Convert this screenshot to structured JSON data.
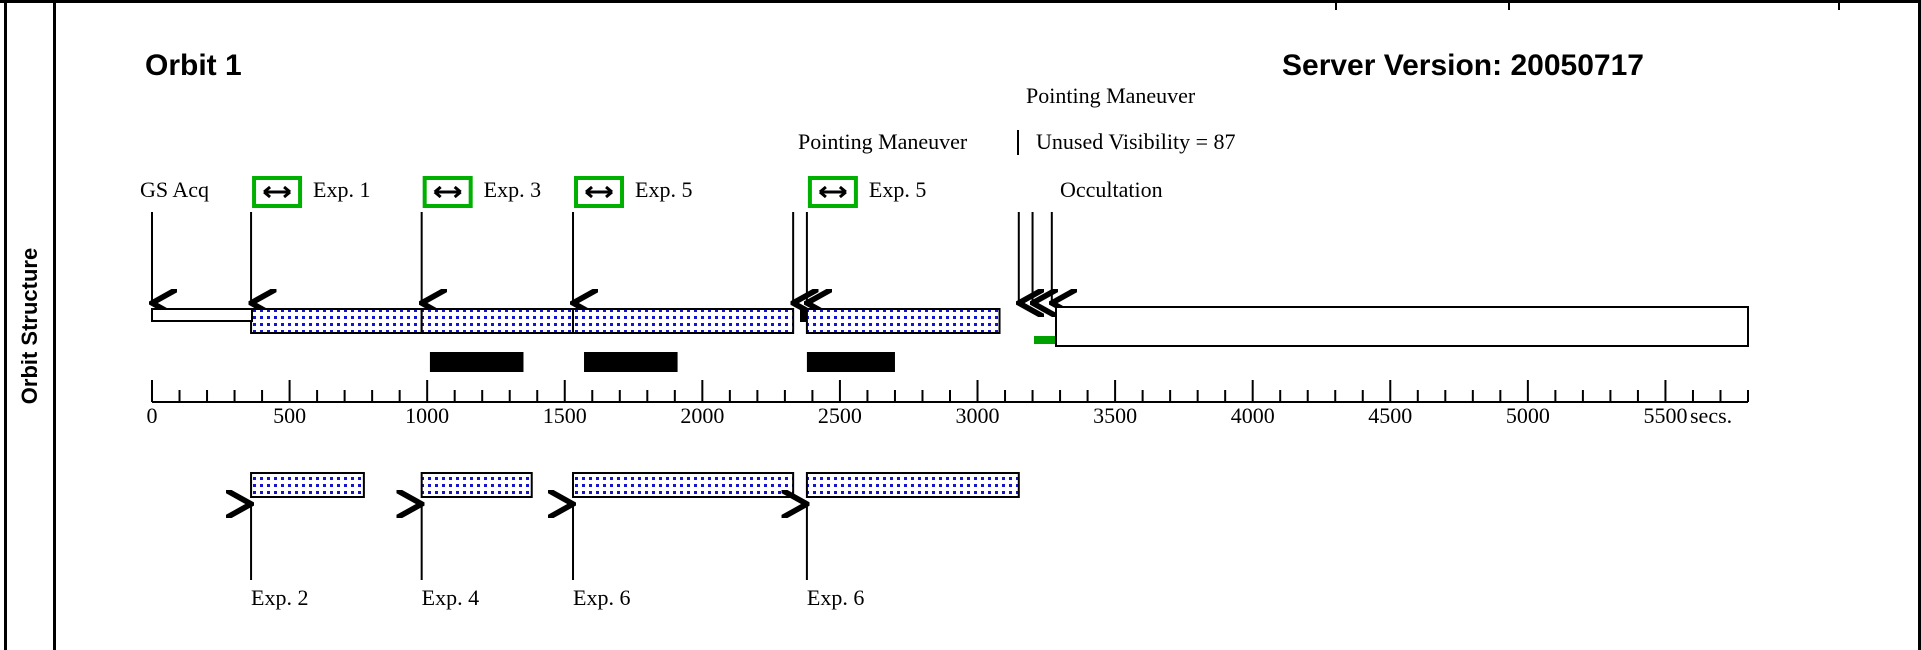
{
  "header": {
    "orbit_title": "Orbit 1",
    "server_version": "Server Version: 20050717"
  },
  "side_label": "Orbit Structure",
  "top_labels": {
    "pointing_maneuver_1": "Pointing Maneuver",
    "pointing_maneuver_2": "Pointing Maneuver",
    "unused_visibility": "Unused Visibility = 87",
    "occultation": "Occultation",
    "gs_acq": "GS Acq"
  },
  "upper_exposures": [
    {
      "label": "Exp. 1",
      "start": 360,
      "end": 980
    },
    {
      "label": "Exp. 3",
      "start": 980,
      "end": 1530
    },
    {
      "label": "Exp. 5",
      "start": 1530,
      "end": 2330
    },
    {
      "label": "Exp. 5",
      "start": 2380,
      "end": 3080
    }
  ],
  "lower_exposures": [
    {
      "label": "Exp. 2",
      "start": 360,
      "end": 770
    },
    {
      "label": "Exp. 4",
      "start": 980,
      "end": 1380
    },
    {
      "label": "Exp. 6",
      "start": 1530,
      "end": 2330
    },
    {
      "label": "Exp. 6",
      "start": 2380,
      "end": 3150
    }
  ],
  "black_segments": [
    {
      "start": 1010,
      "end": 1350
    },
    {
      "start": 1570,
      "end": 1910
    },
    {
      "start": 2380,
      "end": 2700
    }
  ],
  "axis": {
    "min": 0,
    "max": 5800,
    "major_step": 500,
    "minor_step": 100,
    "tick_labels": [
      "0",
      "500",
      "1000",
      "1500",
      "2000",
      "2500",
      "3000",
      "3500",
      "4000",
      "4500",
      "5000",
      "5500"
    ],
    "unit_label": "secs."
  },
  "colors": {
    "exposure": "#1414d0",
    "outline": "#000000",
    "marker": "#00b000",
    "green_bar": "#00a000"
  }
}
